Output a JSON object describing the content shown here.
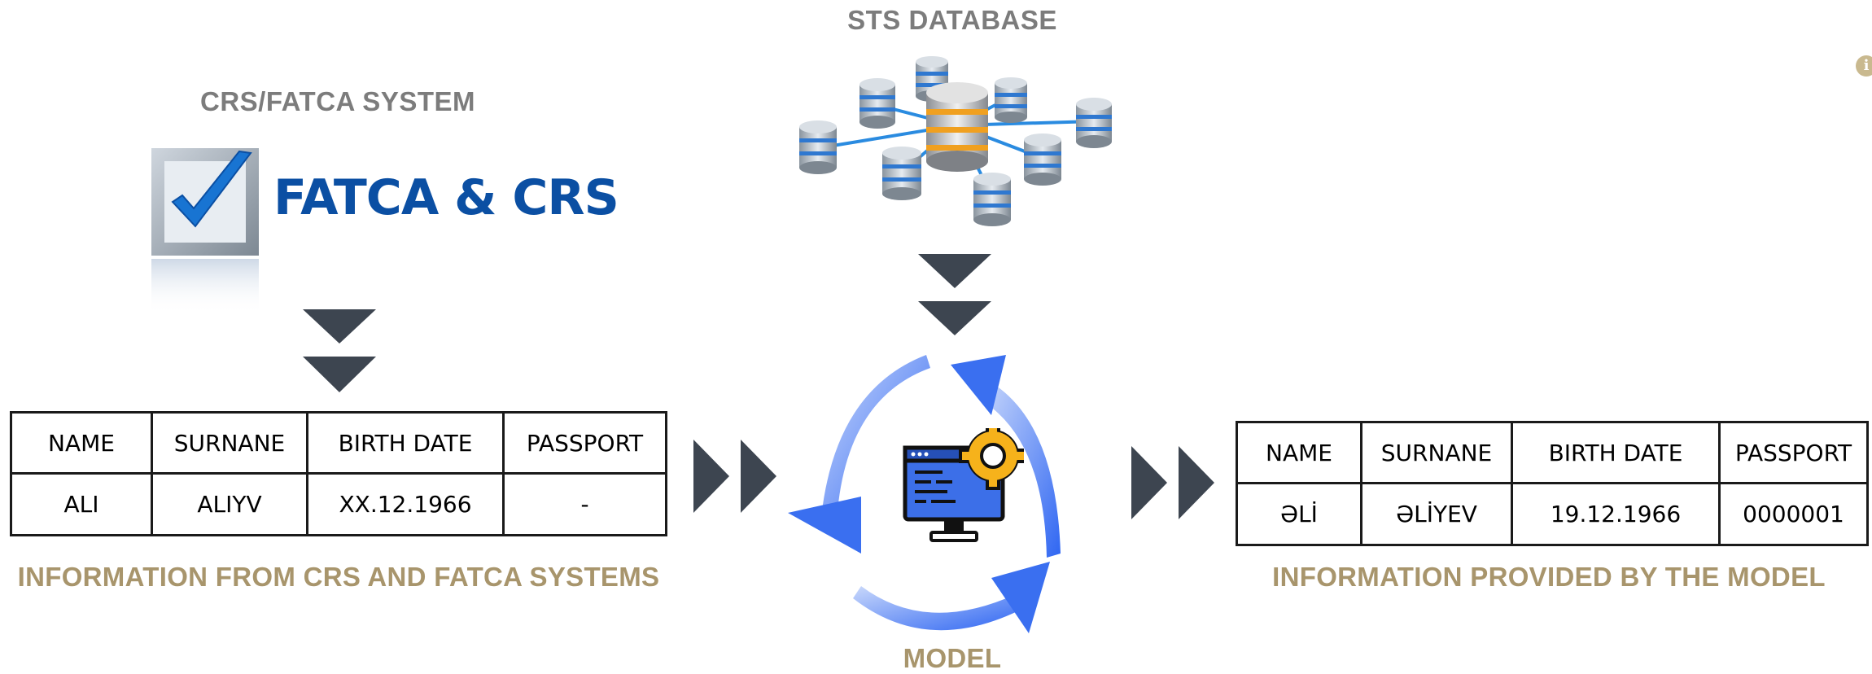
{
  "left_system": {
    "heading": "CRS/FATCA SYSTEM",
    "logo_text": "FATCA & CRS",
    "logo_icon": "checkmark-box-icon"
  },
  "database": {
    "heading": "STS DATABASE",
    "icon": "database-network-icon"
  },
  "model": {
    "label": "MODEL",
    "icon": "computer-gear-icon"
  },
  "input_table": {
    "headers": [
      "NAME",
      "SURNANE",
      "BIRTH DATE",
      "PASSPORT"
    ],
    "row": [
      "ALI",
      "ALIYV",
      "XX.12.1966",
      "-"
    ],
    "caption": "INFORMATION FROM CRS AND FATCA SYSTEMS"
  },
  "output_table": {
    "headers": [
      "NAME",
      "SURNANE",
      "BIRTH DATE",
      "PASSPORT"
    ],
    "row": [
      "ƏLİ",
      "ƏLİYEV",
      "19.12.1966",
      "0000001"
    ],
    "caption": "INFORMATION PROVIDED BY THE MODEL"
  },
  "colors": {
    "heading": "#7c7c7c",
    "caption": "#a8956c",
    "arrow": "#3d4550",
    "cycle": "#3a6ff0",
    "logo_blue": "#0b4fa3"
  }
}
